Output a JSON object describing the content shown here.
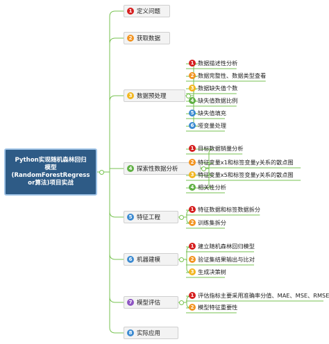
{
  "root": {
    "title": "Python实现随机森林回归\n模型\n(RandomForestRegress\nor算法)项目实战"
  },
  "colors": {
    "line": "#76c24f",
    "badge_red": "#d61f1f",
    "badge_orange": "#f29421",
    "badge_yellow": "#f2b61e",
    "badge_green": "#5fb043",
    "badge_blue": "#3b8ad1",
    "badge_purple": "#8e55c3"
  },
  "branches": [
    {
      "num": "1",
      "badge_color": "#d61f1f",
      "label": "定义问题",
      "children": []
    },
    {
      "num": "2",
      "badge_color": "#f29421",
      "label": "获取数据",
      "children": []
    },
    {
      "num": "3",
      "badge_color": "#f2b61e",
      "label": "数据预处理",
      "children": [
        {
          "num": "1",
          "badge_color": "#d61f1f",
          "label": "数据描述性分析"
        },
        {
          "num": "2",
          "badge_color": "#f29421",
          "label": "数据完整性、数据类型查看"
        },
        {
          "num": "3",
          "badge_color": "#f2b61e",
          "label": "数据缺失值个数"
        },
        {
          "num": "4",
          "badge_color": "#5fb043",
          "label": "缺失值数据比例"
        },
        {
          "num": "5",
          "badge_color": "#3b8ad1",
          "label": "缺失值填充"
        },
        {
          "num": "6",
          "badge_color": "#3b8ad1",
          "label": "哑变量处理"
        }
      ]
    },
    {
      "num": "4",
      "badge_color": "#5fb043",
      "label": "探索性数据分析",
      "children": [
        {
          "num": "1",
          "badge_color": "#d61f1f",
          "label": "目标数据销量分析"
        },
        {
          "num": "2",
          "badge_color": "#f29421",
          "label": "特征变量x1和标签变量y关系的散点图"
        },
        {
          "num": "3",
          "badge_color": "#f2b61e",
          "label": "特征变量x5和标签变量y关系的散点图"
        },
        {
          "num": "4",
          "badge_color": "#5fb043",
          "label": "相关性分析"
        }
      ]
    },
    {
      "num": "5",
      "badge_color": "#3b8ad1",
      "label": "特征工程",
      "children": [
        {
          "num": "1",
          "badge_color": "#d61f1f",
          "label": "特征数据和标签数据拆分"
        },
        {
          "num": "2",
          "badge_color": "#f29421",
          "label": "训练集拆分"
        }
      ]
    },
    {
      "num": "6",
      "badge_color": "#3b8ad1",
      "label": "机器建模",
      "children": [
        {
          "num": "1",
          "badge_color": "#d61f1f",
          "label": "建立随机森林回归模型"
        },
        {
          "num": "2",
          "badge_color": "#f29421",
          "label": "验证集结果输出与比对"
        },
        {
          "num": "3",
          "badge_color": "#f2b61e",
          "label": "生成决策树"
        }
      ]
    },
    {
      "num": "7",
      "badge_color": "#8e55c3",
      "label": "模型评估",
      "children": [
        {
          "num": "1",
          "badge_color": "#d61f1f",
          "label": "评估指标主要采用准确率分值、MAE、MSE、RMSE"
        },
        {
          "num": "2",
          "badge_color": "#f29421",
          "label": "模型特征重要性"
        }
      ]
    },
    {
      "num": "8",
      "badge_color": "#3b8ad1",
      "label": "实际应用",
      "children": []
    }
  ]
}
